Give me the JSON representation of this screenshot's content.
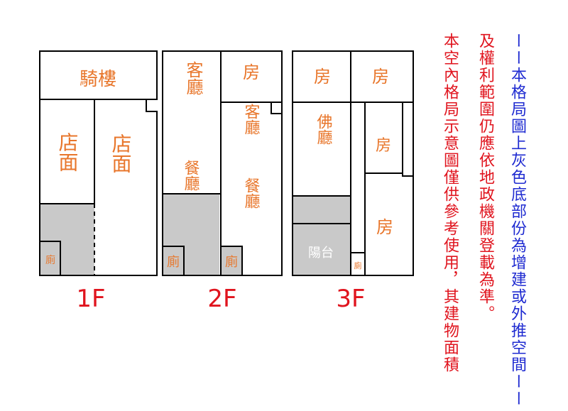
{
  "floors": {
    "f1": {
      "label": "1F",
      "rooms": {
        "arcade": "騎樓",
        "shop_left": "店面",
        "shop_right": "店面",
        "toilet": "廁"
      }
    },
    "f2": {
      "label": "2F",
      "rooms": {
        "living_left": "客廳",
        "room_right": "房",
        "living_right": "客廳",
        "dining_left": "餐廳",
        "dining_right": "餐廳",
        "toilet_left": "廁",
        "toilet_right": "廁"
      }
    },
    "f3": {
      "label": "3F",
      "rooms": {
        "room_top_left": "房",
        "room_top_right": "房",
        "buddha_hall": "佛廳",
        "room_mid_right": "房",
        "room_low_right": "房",
        "balcony": "陽台",
        "toilet": "廁"
      }
    }
  },
  "notes": {
    "red_col1": "本空內格局示意圖僅供參考使用，其建物面積",
    "red_col2": "及權利範圍仍應依地政機關登載為準。",
    "blue_col": "ーー本格局圖上灰色底部份為增建或外推空間ーー"
  },
  "colors": {
    "wall": "#000000",
    "addition_fill": "#c9c9c9",
    "room_label": "#e8762b",
    "floor_label": "#e0141e",
    "note_red": "#e0141e",
    "note_blue": "#1f2bd1"
  }
}
